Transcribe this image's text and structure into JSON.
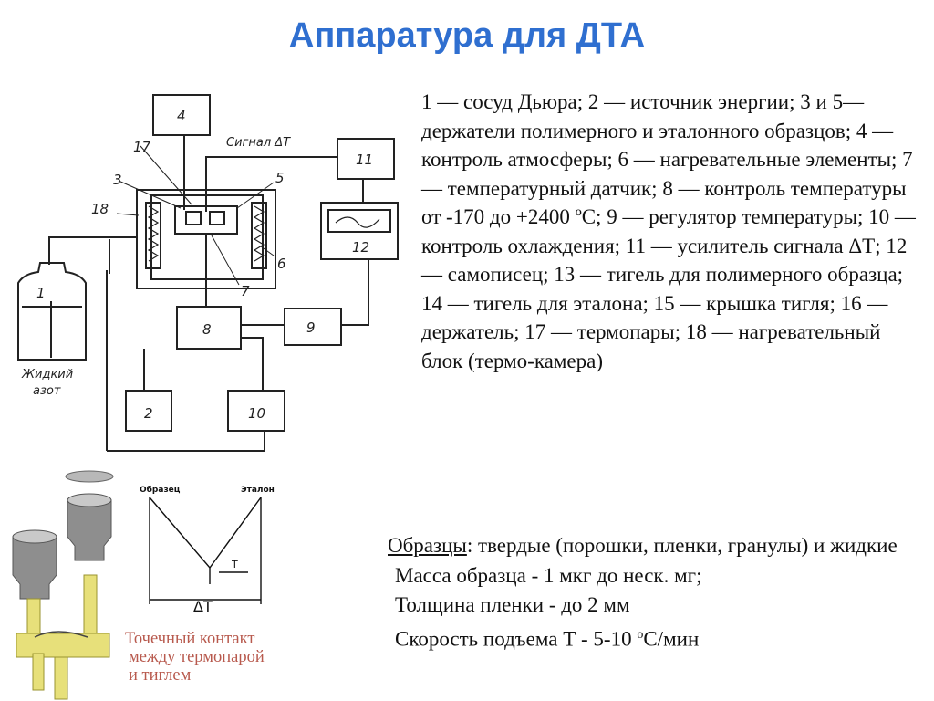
{
  "title": "Аппаратура для ДТА",
  "legend": "1 — сосуд Дьюра; 2 — источник энергии; 3 и 5— держатели полимерного и эталонного образцов; 4 — контроль атмосферы; 6 — нагревательные элементы; 7 — температурный датчик; 8 — контроль температуры от -170 до +2400 ºС; 9 — регулятор температуры; 10 — контроль охлаждения; 11 — усилитель сигнала ΔТ; 12 — самописец; 13 — тигель для полимерного образца; 14 — тигель для эталона; 15 — крышка тигля; 16 — держатель; 17 — термопары; 18 — нагревательный блок (термо-камера)",
  "samples": {
    "label": "Образцы",
    "rest": ": твердые (порошки, пленки, гранулы) и жидкие",
    "mass": "Масса образца - 1 мкг до неск. мг;",
    "film": "Толщина пленки - до 2 мм",
    "speed_prefix": "Скорость подъема Т - 5-10 ",
    "speed_sup": "о",
    "speed_suffix": "С/мин"
  },
  "diagram": {
    "n1": "1",
    "n2": "2",
    "n3": "3",
    "n4": "4",
    "n5": "5",
    "n6": "6",
    "n7": "7",
    "n8": "8",
    "n9": "9",
    "n10": "10",
    "n11": "11",
    "n12": "12",
    "n17": "17",
    "n18": "18",
    "signal": "Сигнал ΔТ",
    "nitrogen_1": "Жидкий",
    "nitrogen_2": "азот"
  },
  "curve": {
    "sample": "Образец",
    "reference": "Эталон",
    "t": "Т",
    "dt": "ΔТ"
  },
  "contact": {
    "l1": "Точечный контакт",
    "l2": "между термопарой",
    "l3": "и тиглем"
  }
}
